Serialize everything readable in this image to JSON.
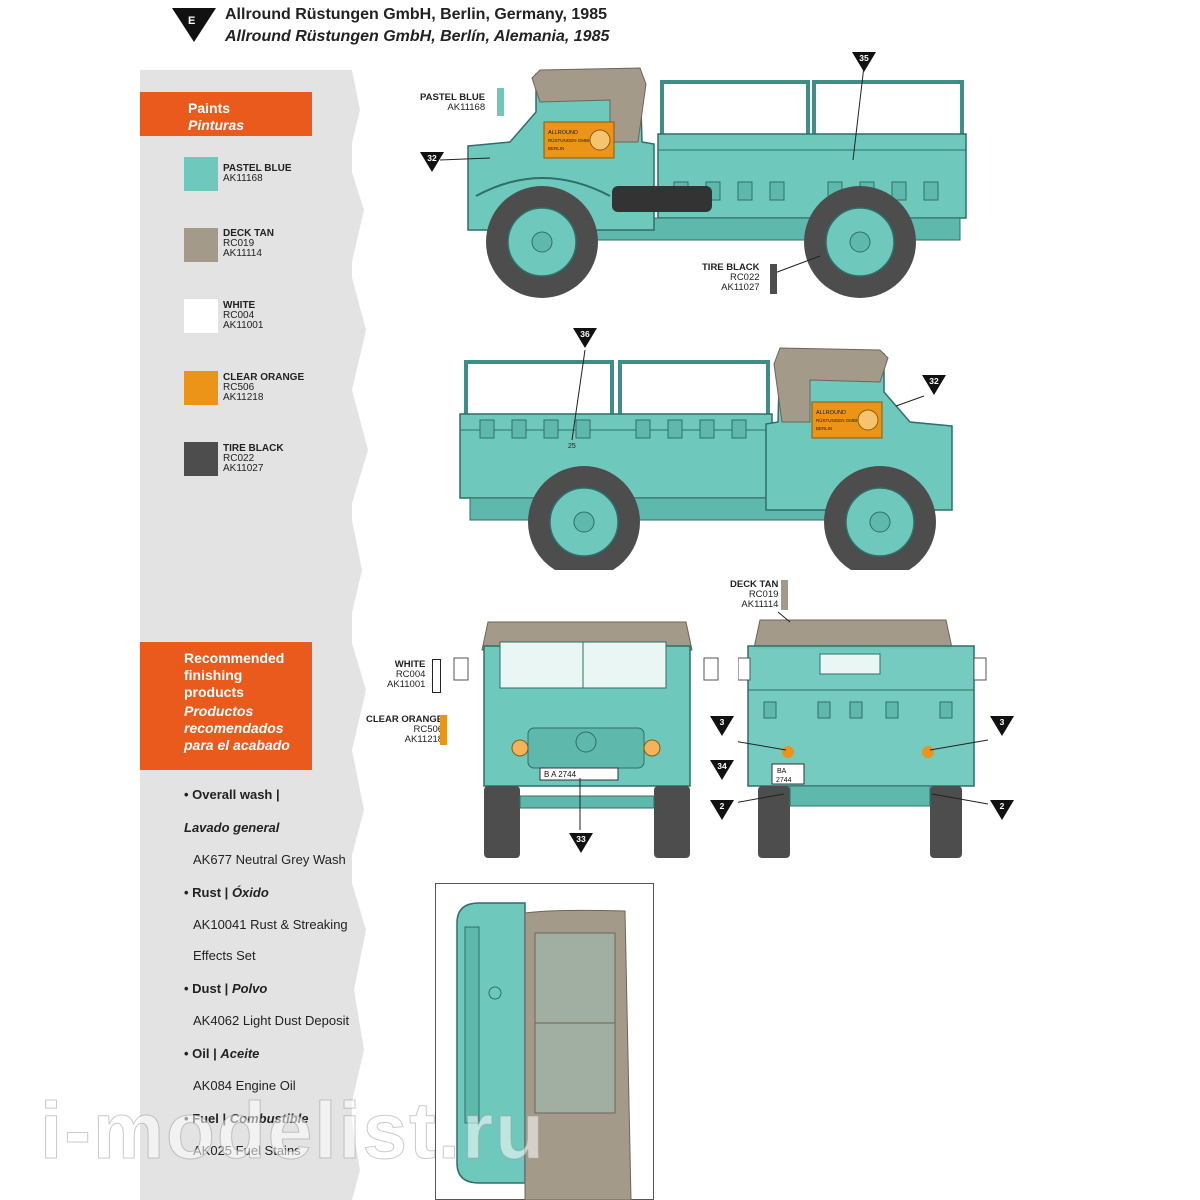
{
  "header": {
    "marker": "E",
    "title_en": "Allround Rüstungen GmbH, Berlin, Germany, 1985",
    "title_es": "Allround Rüstungen GmbH, Berlín, Alemania, 1985"
  },
  "paints": {
    "heading_en": "Paints",
    "heading_es": "Pinturas",
    "items": [
      {
        "name": "PASTEL BLUE",
        "code1": "AK11168",
        "code2": "",
        "color": "#6ec8bc"
      },
      {
        "name": "DECK TAN",
        "code1": "RC019",
        "code2": "AK11114",
        "color": "#a39a8a"
      },
      {
        "name": "WHITE",
        "code1": "RC004",
        "code2": "AK11001",
        "color": "#ffffff"
      },
      {
        "name": "CLEAR ORANGE",
        "code1": "RC506",
        "code2": "AK11218",
        "color": "#ec9417"
      },
      {
        "name": "TIRE BLACK",
        "code1": "RC022",
        "code2": "AK11027",
        "color": "#4d4d4d"
      }
    ]
  },
  "finishing": {
    "heading_en_1": "Recommended",
    "heading_en_2": "finishing",
    "heading_en_3": "products",
    "heading_es_1": "Productos",
    "heading_es_2": "recomendados",
    "heading_es_3": "para el acabado",
    "items": [
      {
        "label_en": "• Overall wash |",
        "label_es": "Lavado general",
        "products": [
          "AK677 Neutral Grey Wash"
        ]
      },
      {
        "label_en": "• Rust |",
        "label_es": "Óxido",
        "products": [
          "AK10041 Rust & Streaking",
          "Effects Set"
        ]
      },
      {
        "label_en": "• Dust |",
        "label_es": "Polvo",
        "products": [
          "AK4062 Light Dust Deposit"
        ]
      },
      {
        "label_en": "• Oil |",
        "label_es": "Aceite",
        "products": [
          "AK084 Engine Oil"
        ]
      },
      {
        "label_en": "• Fuel |",
        "label_es": "Combustible",
        "products": [
          "AK025 Fuel Stains"
        ]
      }
    ]
  },
  "callouts": {
    "side_pastel": {
      "name": "PASTEL BLUE",
      "code1": "AK11168"
    },
    "side_tire": {
      "name": "TIRE BLACK",
      "code1": "RC022",
      "code2": "AK11027"
    },
    "rear_deck": {
      "name": "DECK TAN",
      "code1": "RC019",
      "code2": "AK11114"
    },
    "front_white": {
      "name": "WHITE",
      "code1": "RC004",
      "code2": "AK11001"
    },
    "front_orange": {
      "name": "CLEAR ORANGE",
      "code1": "RC506",
      "code2": "AK11218"
    }
  },
  "decals": {
    "d35": "35",
    "d32a": "32",
    "d36": "36",
    "d32b": "32",
    "d33": "33",
    "d34": "34",
    "d3a": "3",
    "d3b": "3",
    "d2a": "2",
    "d2b": "2"
  },
  "vehicle": {
    "door_text_1": "ALLROUND",
    "door_text_2": "RÜSTUNGEN GMBH",
    "door_text_3": "BERLIN",
    "bed_number": "25",
    "plate_front": "B A 2744",
    "plate_rear_1": "BA",
    "plate_rear_2": "2744"
  },
  "watermark": "i-modelist.ru",
  "colors": {
    "body": "#6ec8bc",
    "body_dark": "#4aa69a",
    "tan": "#a39a8a",
    "orange": "#ec9417",
    "tire": "#4d4d4d",
    "panel": "#e3e3e3",
    "accent": "#ea5a1c"
  }
}
